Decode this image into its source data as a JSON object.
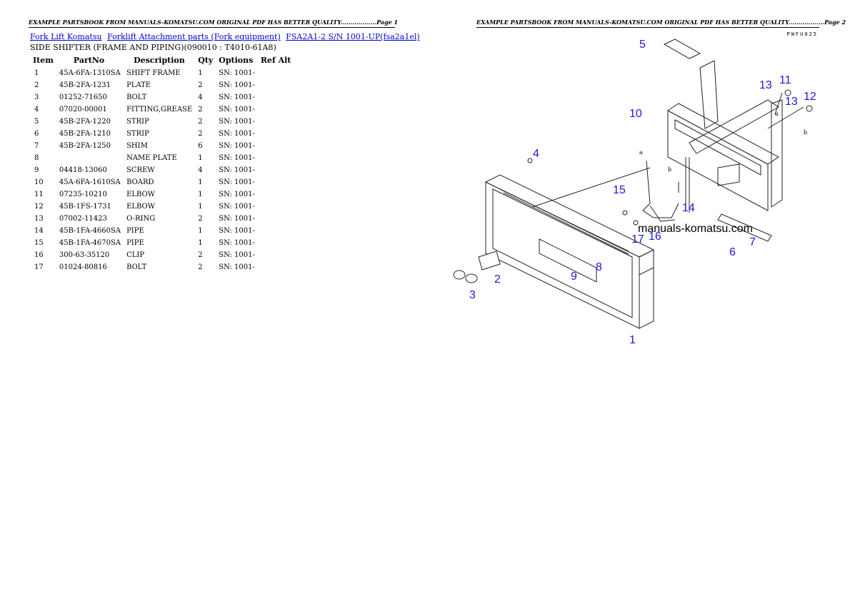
{
  "header_text": "EXAMPLE PARTSBOOK FROM MANUALS-KOMATSU.COM ORIGINAL PDF HAS BETTER QUALITY..................",
  "page1_label": "Page 1",
  "page2_label": "Page 2",
  "breadcrumb": [
    "Fork Lift Komatsu",
    "Forklift Attachment parts (Fork equipment)",
    "FSA2A1-2 S/N 1001-UP(fsa2a1el)"
  ],
  "subtitle": "SIDE SHIFTER (FRAME AND PIPING)(090010 : T4010-61A8)",
  "table": {
    "headers": [
      "Item",
      "PartNo",
      "Description",
      "Qty",
      "Options",
      "Ref Alt"
    ],
    "rows": [
      [
        "1",
        "45A-6FA-1310SA",
        "SHIFT FRAME",
        "1",
        "SN: 1001-"
      ],
      [
        "2",
        "45B-2FA-1231",
        "PLATE",
        "2",
        "SN: 1001-"
      ],
      [
        "3",
        "01252-71650",
        "BOLT",
        "4",
        "SN: 1001-"
      ],
      [
        "4",
        "07020-00001",
        "FITTING,GREASE",
        "2",
        "SN: 1001-"
      ],
      [
        "5",
        "45B-2FA-1220",
        "STRIP",
        "2",
        "SN: 1001-"
      ],
      [
        "6",
        "45B-2FA-1210",
        "STRIP",
        "2",
        "SN: 1001-"
      ],
      [
        "7",
        "45B-2FA-1250",
        "SHIM",
        "6",
        "SN: 1001-"
      ],
      [
        "8",
        "",
        "NAME PLATE",
        "1",
        "SN: 1001-"
      ],
      [
        "9",
        "04418-13060",
        "SCREW",
        "4",
        "SN: 1001-"
      ],
      [
        "10",
        "45A-6FA-1610SA",
        "BOARD",
        "1",
        "SN: 1001-"
      ],
      [
        "11",
        "07235-10210",
        "ELBOW",
        "1",
        "SN: 1001-"
      ],
      [
        "12",
        "45B-1FS-1731",
        "ELBOW",
        "1",
        "SN: 1001-"
      ],
      [
        "13",
        "07002-11423",
        "O-RING",
        "2",
        "SN: 1001-"
      ],
      [
        "14",
        "45B-1FA-4660SA",
        "PIPE",
        "1",
        "SN: 1001-"
      ],
      [
        "15",
        "45B-1FA-4670SA",
        "PIPE",
        "1",
        "SN: 1001-"
      ],
      [
        "16",
        "300-63-35120",
        "CLIP",
        "2",
        "SN: 1001-"
      ],
      [
        "17",
        "01024-80816",
        "BOLT",
        "2",
        "SN: 1001-"
      ]
    ]
  },
  "diagram": {
    "code": "PWFU025",
    "watermark": "manuals-komatsu.com",
    "letters": [
      "a",
      "a",
      "b",
      "b"
    ],
    "callouts": [
      "1",
      "2",
      "3",
      "4",
      "5",
      "6",
      "7",
      "8",
      "9",
      "10",
      "11",
      "12",
      "13",
      "13",
      "14",
      "15",
      "16",
      "17"
    ]
  }
}
